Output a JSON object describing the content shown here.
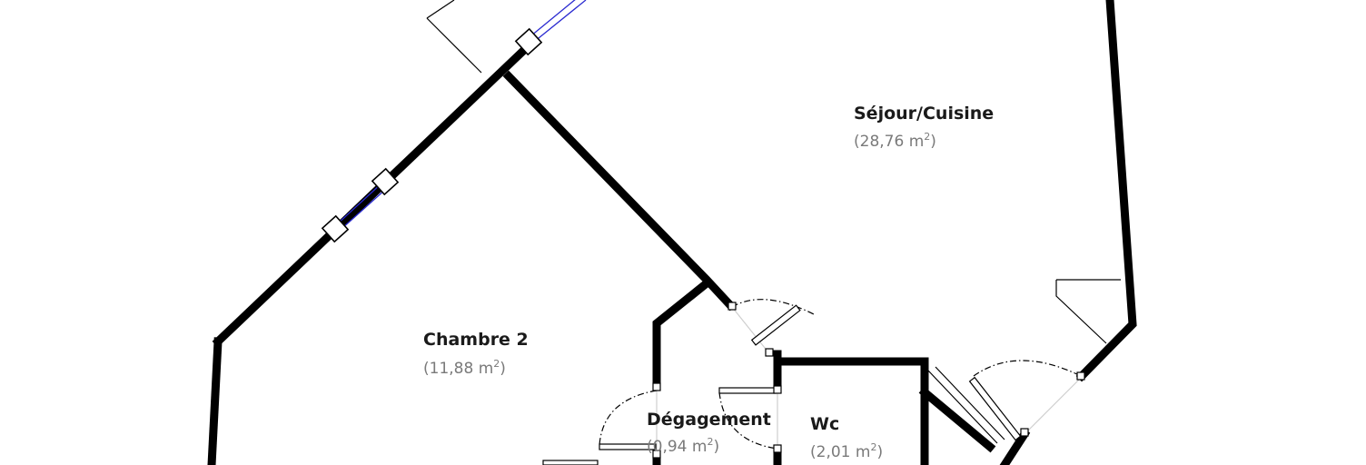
{
  "plan": {
    "rooms": [
      {
        "id": "sejour",
        "name": "Séjour/Cuisine",
        "area_prefix": "(28,76 m",
        "area_exp": "2",
        "area_suffix": ")"
      },
      {
        "id": "chambre2",
        "name": "Chambre 2",
        "area_prefix": "(11,88 m",
        "area_exp": "2",
        "area_suffix": ")"
      },
      {
        "id": "degagement",
        "name": "Dégagement",
        "area_prefix": "(0,94 m",
        "area_exp": "2",
        "area_suffix": ")"
      },
      {
        "id": "wc",
        "name": "Wc",
        "area_prefix": "(2,01 m",
        "area_exp": "2",
        "area_suffix": ")"
      }
    ],
    "colors": {
      "wall": "#000000",
      "window_glass": "#2a2ad0",
      "room_label": "#1a1a1a",
      "area_label": "#7a7a7a"
    }
  }
}
